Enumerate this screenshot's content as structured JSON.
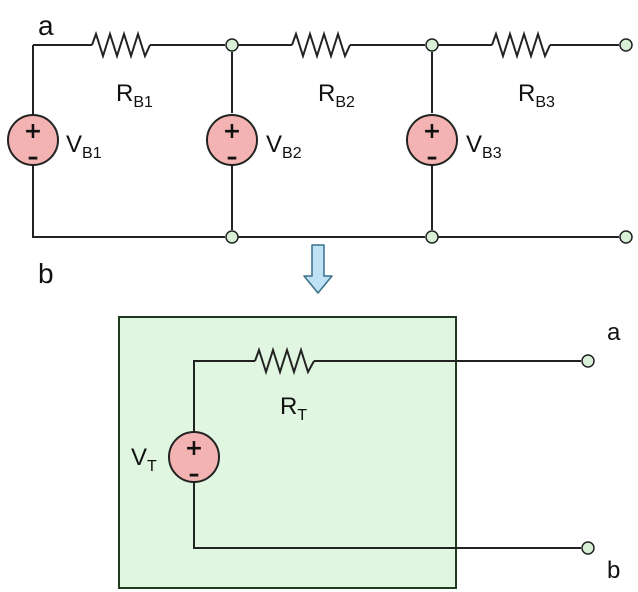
{
  "colors": {
    "wire": "#222222",
    "source_fill": "#f4b3b3",
    "node_fill": "#d8f0d8",
    "box_fill": "#e0f6e0",
    "box_stroke": "#1e3b1e",
    "arrow_fill": "#bfe3f4",
    "arrow_stroke": "#3a6f8a"
  },
  "top_circuit": {
    "terminal_a": "a",
    "terminal_b": "b",
    "resistors": [
      {
        "main": "R",
        "sub": "B1"
      },
      {
        "main": "R",
        "sub": "B2"
      },
      {
        "main": "R",
        "sub": "B3"
      }
    ],
    "sources": [
      {
        "main": "V",
        "sub": "B1",
        "plus": "+",
        "minus": "–"
      },
      {
        "main": "V",
        "sub": "B2",
        "plus": "+",
        "minus": "–"
      },
      {
        "main": "V",
        "sub": "B3",
        "plus": "+",
        "minus": "–"
      }
    ]
  },
  "bottom_circuit": {
    "resistor": {
      "main": "R",
      "sub": "T"
    },
    "source": {
      "main": "V",
      "sub": "T",
      "plus": "+",
      "minus": "–"
    },
    "terminal_a": "a",
    "terminal_b": "b"
  }
}
